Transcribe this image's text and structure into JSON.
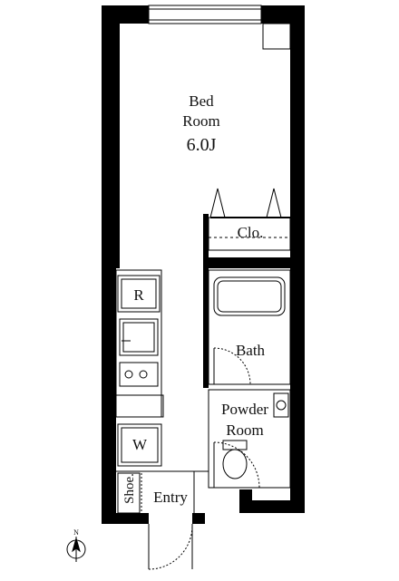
{
  "rooms": {
    "bedroom": {
      "line1": "Bed",
      "line2": "Room",
      "size": "6.0J"
    },
    "closet": {
      "label": "Clo."
    },
    "bath": {
      "label": "Bath"
    },
    "powder": {
      "line1": "Powder",
      "line2": "Room"
    },
    "entry": {
      "label": "Entry"
    },
    "shoe": {
      "label": "Shoe."
    }
  },
  "appliances": {
    "refrigerator": "R",
    "washer": "W"
  },
  "compass": {
    "north_label": "N"
  }
}
